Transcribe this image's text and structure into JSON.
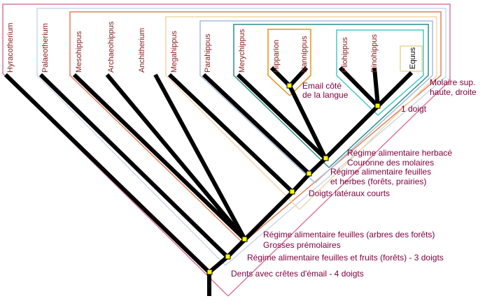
{
  "taxa": [
    "Hyracotherium",
    "Palaeotherium",
    "Mesohippus",
    "Archaeohippus",
    "Anchitherium",
    "Megahippus",
    "Parahippus",
    "Merychippus",
    "Hipparion",
    "Nannippus",
    "Pliohippus",
    "Dinohippus",
    "Equus"
  ],
  "traits": {
    "t1": "Dents avec crêtes d'émail - 4 doigts",
    "t2": "Régime alimentaire feuilles et fruits (forêts) - 3 doigts",
    "t3a": "Régime alimentaire feuilles (arbres des forêts)",
    "t3b": "Grosses prémolaires",
    "t4": "Doigts latéraux courts",
    "t5a": "Régime alimentaire feuilles",
    "t5b": "et herbes (forêts, prairies)",
    "t6a": "Régime alimentaire herbacé",
    "t6b": "Couronne des molaires",
    "t7a": "Email côté",
    "t7b": "de la langue",
    "t8a": "Molaire sup.",
    "t8b": "haute, droite",
    "t9": "1 doigt"
  },
  "colors": {
    "branch": "#000000",
    "node": "#ffff00",
    "taxon_label": "#8b1a1a",
    "trait_label": "#800040",
    "clade_outer": "#d97a96",
    "clade_mesohippus": "#e0805a",
    "clade_palaeotherium": "#c8d8ec",
    "clade_megahippus": "#f2d7a6",
    "clade_parahippus": "#a8bcd8",
    "clade_merychippus": "#2f8c8c",
    "clade_hipparion": "#e8921c",
    "clade_pliohippus": "#48c8c8",
    "clade_equus": "#ede0b0"
  }
}
